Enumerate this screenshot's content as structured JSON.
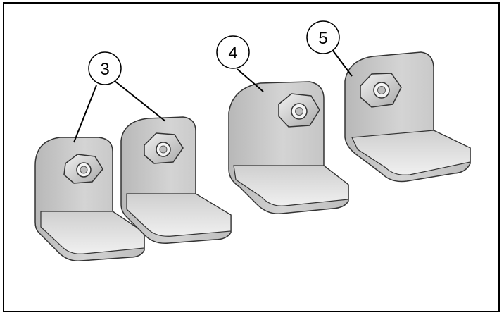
{
  "callouts": {
    "c3": "3",
    "c4": "4",
    "c5": "5"
  },
  "colors": {
    "bracket_light": "#e6e6e6",
    "bracket_mid": "#c9c9c9",
    "bracket_dark": "#9a9a9a",
    "outline": "#333333",
    "nut_face": "#d8d8d8",
    "frame": "#000000"
  }
}
